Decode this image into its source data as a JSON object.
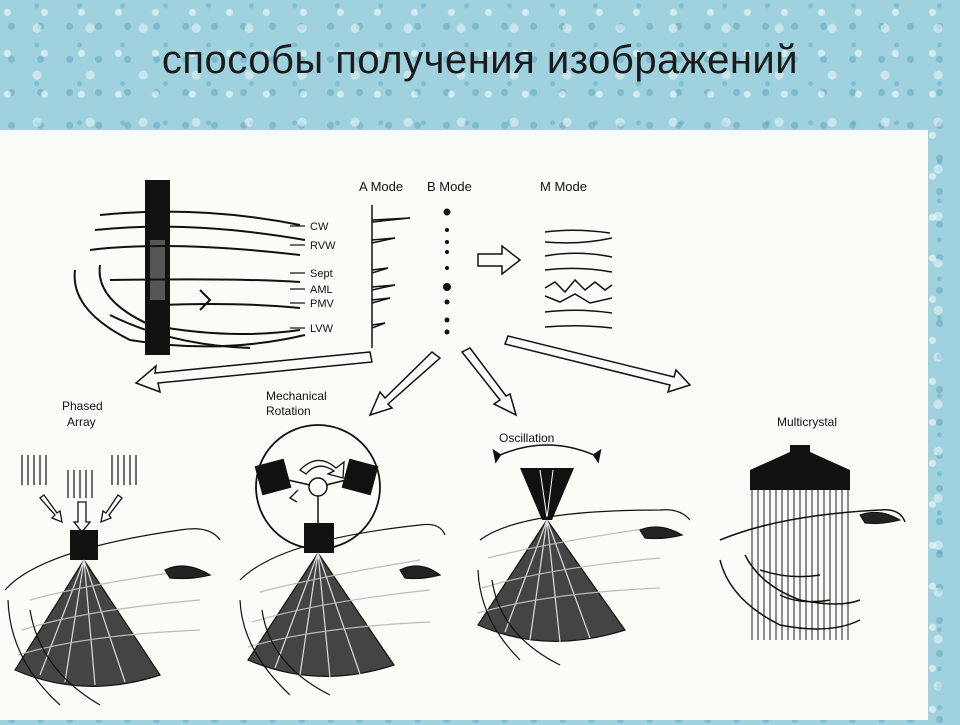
{
  "slide": {
    "title": "способы получения изображений"
  },
  "labels": {
    "a_mode": "A Mode",
    "b_mode": "B Mode",
    "m_mode": "M Mode",
    "layers": [
      "CW",
      "RVW",
      "Sept",
      "AML",
      "PMV",
      "LVW"
    ],
    "phased_array": [
      "Phased",
      "Array"
    ],
    "mechanical_rotation": [
      "Mechanical",
      "Rotation"
    ],
    "oscillation": "Oscillation",
    "multicrystal": "Multicrystal"
  }
}
